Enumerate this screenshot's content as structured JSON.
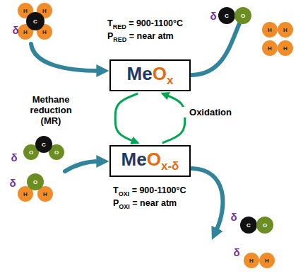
{
  "diagram": {
    "nodes": [
      {
        "text": [
          "MeOx"
        ]
      },
      {
        "text": [
          "MeOx-δ"
        ]
      }
    ],
    "edges": [
      {
        "from": 0,
        "to": 1,
        "arrow": "to",
        "label": "Methane reduction (MR)"
      },
      {
        "from": 1,
        "to": 0,
        "arrow": "to",
        "label": "Oxidation"
      }
    ],
    "labels": [
      "δ",
      "C",
      "H",
      "H",
      "H",
      "H",
      "TRED = 900-1100°C",
      "PRED = near atm",
      "δ",
      "C",
      "O",
      "H",
      "H",
      "H",
      "H",
      "δ",
      "C",
      "O",
      "O",
      "δ",
      "O",
      "H",
      "H",
      "TOXI = 900-1100°C",
      "POXI = near atm",
      "δ",
      "C",
      "O",
      "δ",
      "H",
      "H"
    ]
  }
}
